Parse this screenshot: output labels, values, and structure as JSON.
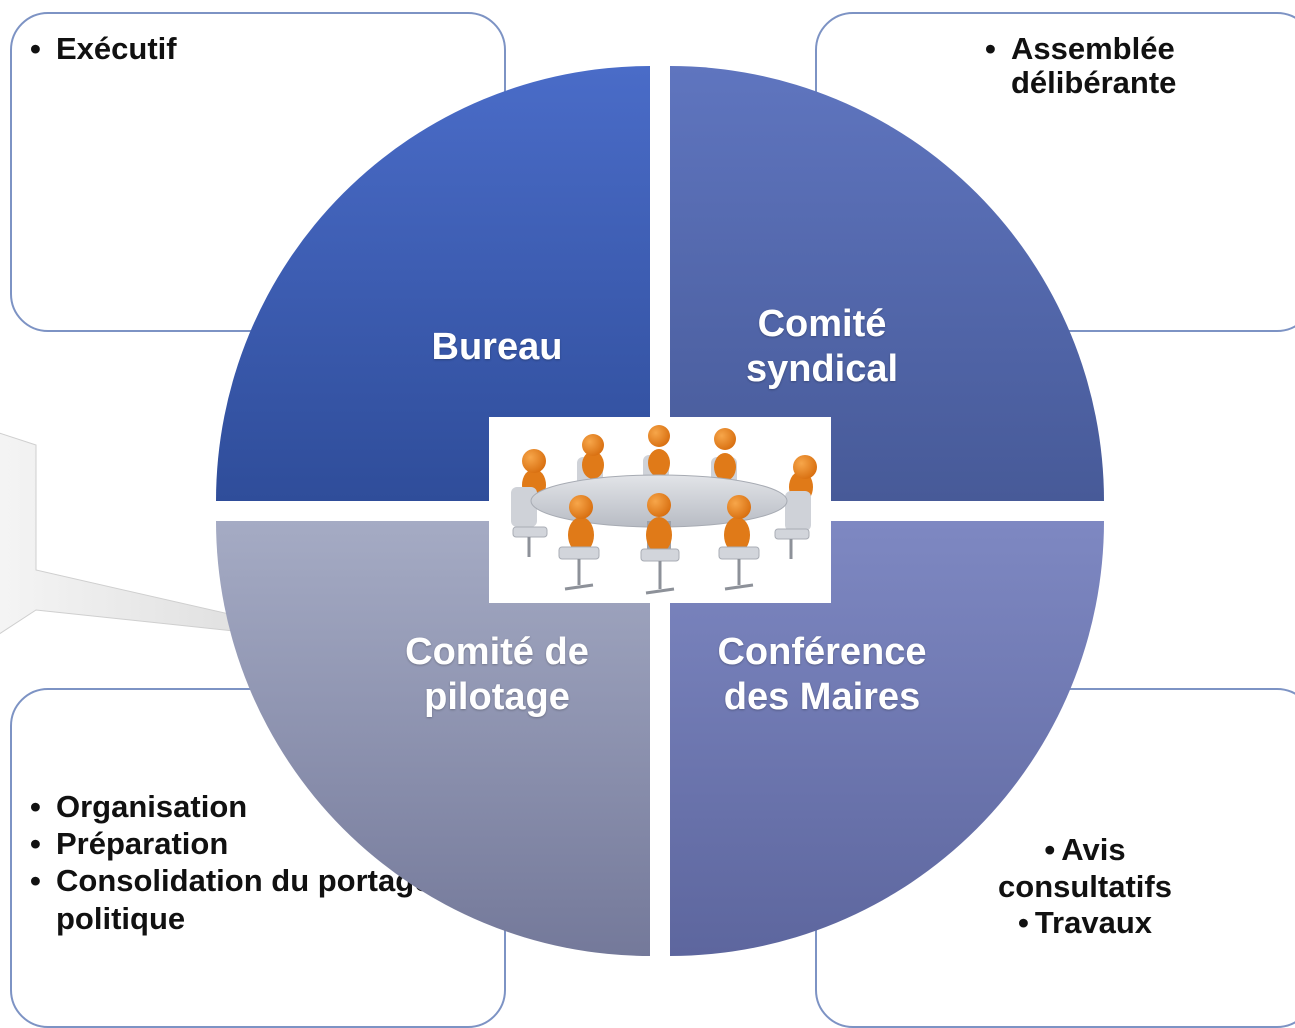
{
  "colors": {
    "quadrant_top_left": "#3f5fb0",
    "quadrant_top_right": "#5566a6",
    "quadrant_bottom_left": "#8b93ad",
    "quadrant_bottom_right": "#6a74ad",
    "box_border": "#7d93c4",
    "figure_color": "#e8821e"
  },
  "quadrants": {
    "top_left": {
      "label": "Bureau"
    },
    "top_right": {
      "label_line1": "Comité",
      "label_line2": "syndical"
    },
    "bottom_left": {
      "label_line1": "Comité de",
      "label_line2": "pilotage"
    },
    "bottom_right": {
      "label_line1": "Conférence",
      "label_line2": "des Maires"
    }
  },
  "boxes": {
    "top_left": {
      "items": [
        "Exécutif"
      ]
    },
    "top_right": {
      "items": [
        "Assemblée délibérante"
      ]
    },
    "bottom_left": {
      "items": [
        "Organisation",
        "Préparation",
        "Consolidation du portage politique"
      ]
    },
    "bottom_right": {
      "items": [
        "Avis consultatifs",
        "Travaux"
      ]
    }
  },
  "center_image": {
    "icon": "meeting-table-icon"
  }
}
